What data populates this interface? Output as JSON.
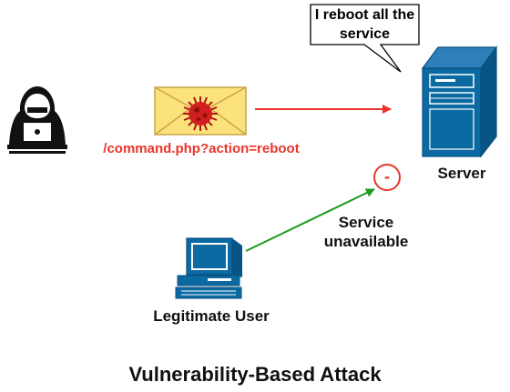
{
  "callout": {
    "text": "I reboot all the service"
  },
  "payload": {
    "label": "/command.php?action=reboot"
  },
  "server": {
    "label": "Server"
  },
  "status": {
    "label": "Service unavailable",
    "badge": "-"
  },
  "user": {
    "label": "Legitimate User"
  },
  "title": "Vulnerability-Based Attack",
  "icons": {
    "attacker": "hooded-hacker-icon",
    "envelope": "mail-envelope-icon",
    "virus": "virus-icon",
    "server": "server-tower-icon",
    "user": "desktop-computer-icon"
  },
  "colors": {
    "attack": "#e8352b",
    "legit": "#1a9c1a",
    "icon_blue": "#0a6aa1",
    "envelope": "#fbe27a"
  }
}
